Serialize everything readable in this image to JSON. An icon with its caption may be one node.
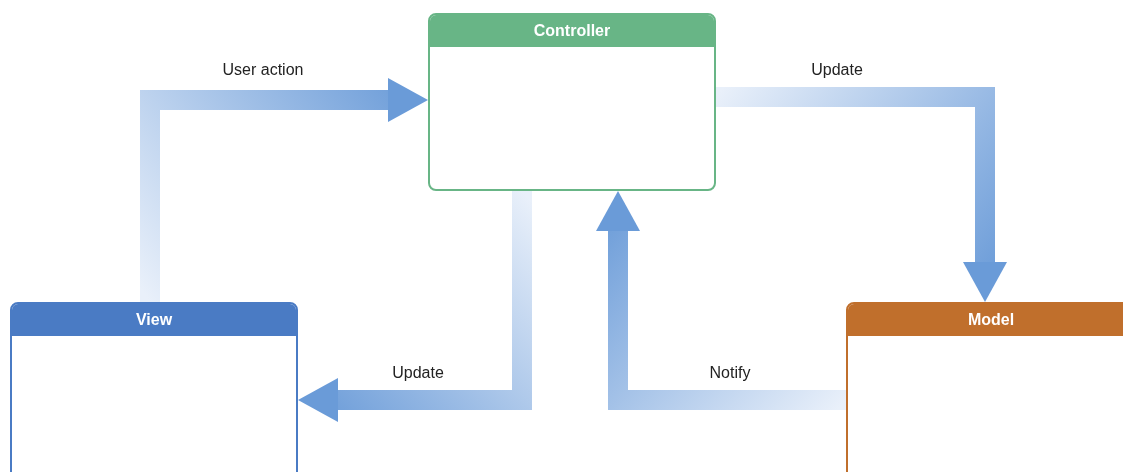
{
  "diagram": {
    "nodes": [
      {
        "text": [
          "Controller"
        ]
      },
      {
        "text": [
          "View"
        ]
      },
      {
        "text": [
          "Model"
        ]
      }
    ],
    "edges": [
      {
        "from": 1,
        "to": 0,
        "arrow": "to",
        "label": "User action"
      },
      {
        "from": 0,
        "to": 2,
        "arrow": "to",
        "label": "Update"
      },
      {
        "from": 0,
        "to": 1,
        "arrow": "to",
        "label": "Update"
      },
      {
        "from": 2,
        "to": 0,
        "arrow": "to",
        "label": "Notify"
      }
    ]
  }
}
